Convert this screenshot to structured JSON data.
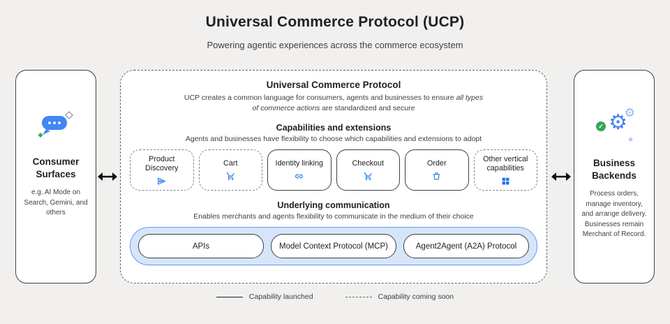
{
  "colors": {
    "accent_blue": "#1a73e8",
    "brand_blue": "#4285f4",
    "comm_bg": "#d7e5fa",
    "comm_border": "#6699f2",
    "green": "#34a853",
    "background": "#f1f0ee"
  },
  "header": {
    "title": "Universal Commerce Protocol (UCP)",
    "subtitle": "Powering agentic experiences across the commerce ecosystem"
  },
  "consumer_panel": {
    "icon": "chat-bubble-icon",
    "title": "Consumer Surfaces",
    "description": "e.g. AI Mode on Search, Gemini, and others"
  },
  "business_panel": {
    "icon": "gears-icon",
    "title": "Business Backends",
    "description": "Process orders, manage inventory, and arrange delivery. Businesses remain Merchant of Record."
  },
  "ucp_panel": {
    "title": "Universal Commerce Protocol",
    "desc_pre": "UCP creates a common language for consumers, agents and businesses to ensure ",
    "desc_em": "all types of commerce actions",
    "desc_post": " are standardized and secure",
    "capabilities": {
      "title": "Capabilities and extensions",
      "subtitle": "Agents and businesses have flexibility to choose which capabilities and extensions to adopt",
      "items": [
        {
          "label": "Product Discovery",
          "icon": "send-icon",
          "status": "coming-soon"
        },
        {
          "label": "Cart",
          "icon": "cart-icon",
          "status": "coming-soon"
        },
        {
          "label": "Identity linking",
          "icon": "link-icon",
          "status": "launched"
        },
        {
          "label": "Checkout",
          "icon": "cart-icon",
          "status": "launched"
        },
        {
          "label": "Order",
          "icon": "package-icon",
          "status": "launched"
        },
        {
          "label": "Other vertical capabilities",
          "icon": "grid-icon",
          "status": "coming-soon"
        }
      ]
    },
    "communication": {
      "title": "Underlying communication",
      "subtitle": "Enables merchants and agents flexibility to communicate in the medium of their choice",
      "items": [
        {
          "label": "APIs"
        },
        {
          "label": "Model Context Protocol (MCP)"
        },
        {
          "label": "Agent2Agent (A2A) Protocol"
        }
      ]
    }
  },
  "legend": {
    "launched_label": "Capability launched",
    "coming_soon_label": "Capability coming soon"
  }
}
